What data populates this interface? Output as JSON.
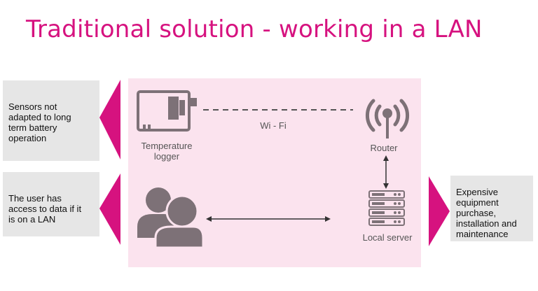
{
  "title": "Traditional solution - working in a LAN",
  "nodes": {
    "logger": [
      "Temperature",
      "logger"
    ],
    "router": "Router",
    "server": "Local server"
  },
  "link_wifi": "Wi - Fi",
  "notes": {
    "battery": [
      "Sensors not",
      "adapted to long",
      "term battery",
      "operation"
    ],
    "access": [
      "The user has",
      "access to data if it",
      "is on a LAN"
    ],
    "cost": [
      "Expensive",
      "equipment",
      "purchase,",
      "installation and",
      "maintenance"
    ]
  },
  "colors": {
    "accent": "#d6127f",
    "panel": "#fbe3ee",
    "note_bg": "#e6e6e6",
    "icon": "#7d7177"
  },
  "icons": [
    "sensor-board-icon",
    "antenna-icon",
    "server-rack-icon",
    "users-icon"
  ]
}
